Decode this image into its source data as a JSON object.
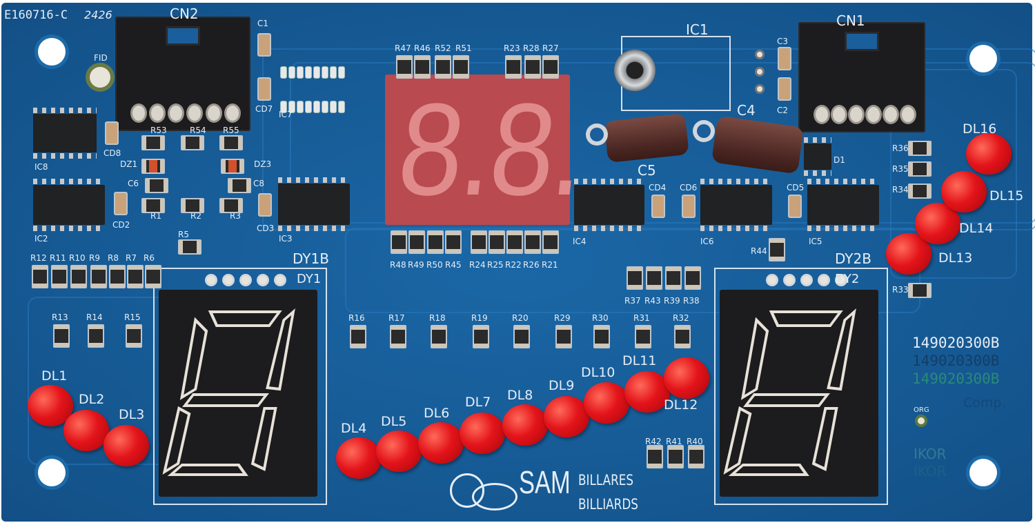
{
  "board": {
    "board_code": "E160716-C",
    "date_code": "2426",
    "part_number": "149020300B",
    "part_number_ghost_1": "149020300B",
    "part_number_ghost_2": "149020300B",
    "comp_label": "Comp.",
    "org_label": "ORG",
    "fid_label": "FID",
    "maker_1": "IKOR",
    "maker_2": "IKOR",
    "colors": {
      "pcb": "#165a94",
      "led": "#e3141a",
      "silkscreen": "#e6eef7",
      "display_red": "#b94a50"
    }
  },
  "logo": {
    "brand": "SAM",
    "line1": "BILLARES",
    "line2": "BILLIARDS"
  },
  "connectors": {
    "cn2": "CN2",
    "cn1": "CN1"
  },
  "displays": {
    "center": "8.8.",
    "dy1_label": "DY1",
    "dy1b_label": "DY1B",
    "dy2_label": "DY2",
    "dy2b_label": "DY2B",
    "dy1_digit": "8",
    "dy2_digit": "8"
  },
  "silkscreen": [
    "C1",
    "CD7",
    "IC7",
    "C3",
    "C2",
    "IC1",
    "C4",
    "C5",
    "D1",
    "CD8",
    "IC8",
    "R53",
    "R54",
    "R55",
    "DZ1",
    "DZ3",
    "C6",
    "C8",
    "R1",
    "R2",
    "R3",
    "CD2",
    "IC2",
    "CD3",
    "IC3",
    "R5",
    "IC4",
    "CD4",
    "CD6",
    "IC6",
    "CD5",
    "IC5",
    "R36",
    "R35",
    "R34",
    "R44",
    "R33",
    "R47",
    "R46",
    "R52",
    "R51",
    "R23",
    "R28",
    "R27",
    "R48",
    "R49",
    "R50",
    "R45",
    "R24",
    "R25",
    "R22",
    "R26",
    "R21",
    "R12",
    "R11",
    "R10",
    "R9",
    "R8",
    "R7",
    "R6",
    "R13",
    "R14",
    "R15",
    "R16",
    "R17",
    "R18",
    "R19",
    "R20",
    "R29",
    "R30",
    "R31",
    "R32",
    "R37",
    "R43",
    "R39",
    "R38",
    "R42",
    "R41",
    "R40"
  ],
  "leds": [
    "DL1",
    "DL2",
    "DL3",
    "DL4",
    "DL5",
    "DL6",
    "DL7",
    "DL8",
    "DL9",
    "DL10",
    "DL11",
    "DL12",
    "DL13",
    "DL14",
    "DL15",
    "DL16"
  ]
}
